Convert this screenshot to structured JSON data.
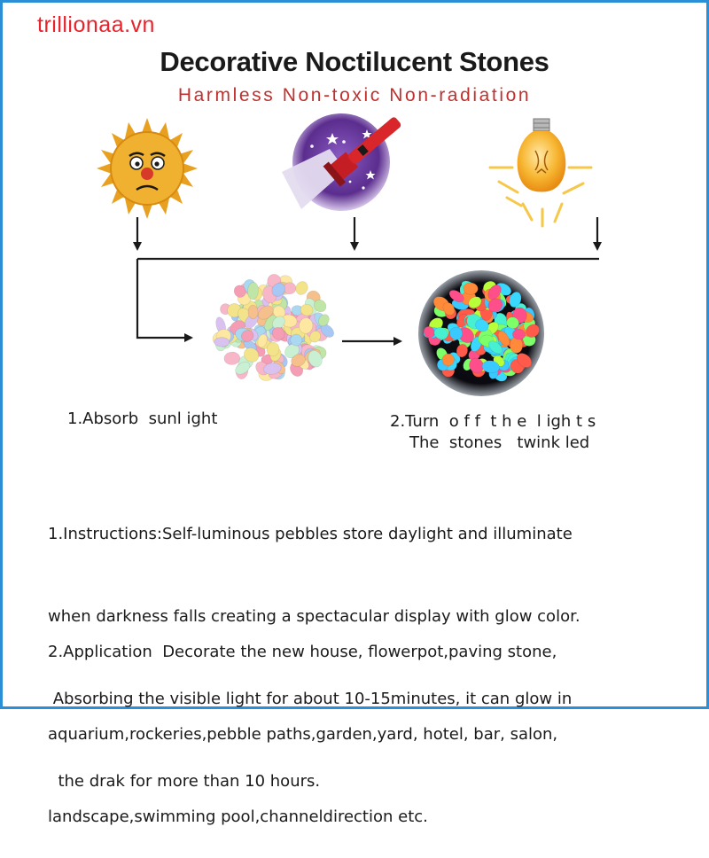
{
  "watermark": "trillionaa.vn",
  "title": "Decorative Noctilucent Stones",
  "subtitle": "Harmless Non-toxic Non-radiation",
  "icons": {
    "sun": "sun-face-icon",
    "flashlight": "flashlight-icon",
    "bulb": "light-bulb-icon"
  },
  "colors": {
    "border": "#2a8fd6",
    "watermark": "#e8232b",
    "subtitle": "#c0302d",
    "sun": "#e8a020",
    "night": "#5b2d8e",
    "flashlight": "#d8262a",
    "bulb": "#f5a623"
  },
  "steps": {
    "step1": "1.Absorb  sunl ight",
    "step2_line1": "2.Turn  o f f  t h e  l igh t s",
    "step2_line2": "The  stones   twink led"
  },
  "instructions": {
    "line1": "1.Instructions:Self-luminous pebbles store daylight and illuminate",
    "line2": "when darkness falls creating a spectacular display with glow color.",
    "line3": " Absorbing the visible light for about 10-15minutes, it can glow in",
    "line4": "  the drak for more than 10 hours."
  },
  "application": {
    "line1": "2.Application  Decorate the new house, flowerpot,paving stone,",
    "line2": "aquarium,rockeries,pebble paths,garden,yard, hotel, bar, salon,",
    "line3": "landscape,swimming pool,channeldirection etc."
  }
}
